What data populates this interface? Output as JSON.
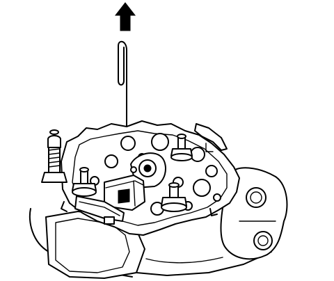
{
  "figure": {
    "colors": {
      "line": "#000000",
      "background": "#ffffff"
    },
    "parts": [
      "direction-arrow",
      "paper-clip",
      "regulator-brush-holder",
      "rectifier-plate",
      "terminal-bolt",
      "terminal-stud",
      "alternator-housing",
      "mounting-ear"
    ]
  }
}
